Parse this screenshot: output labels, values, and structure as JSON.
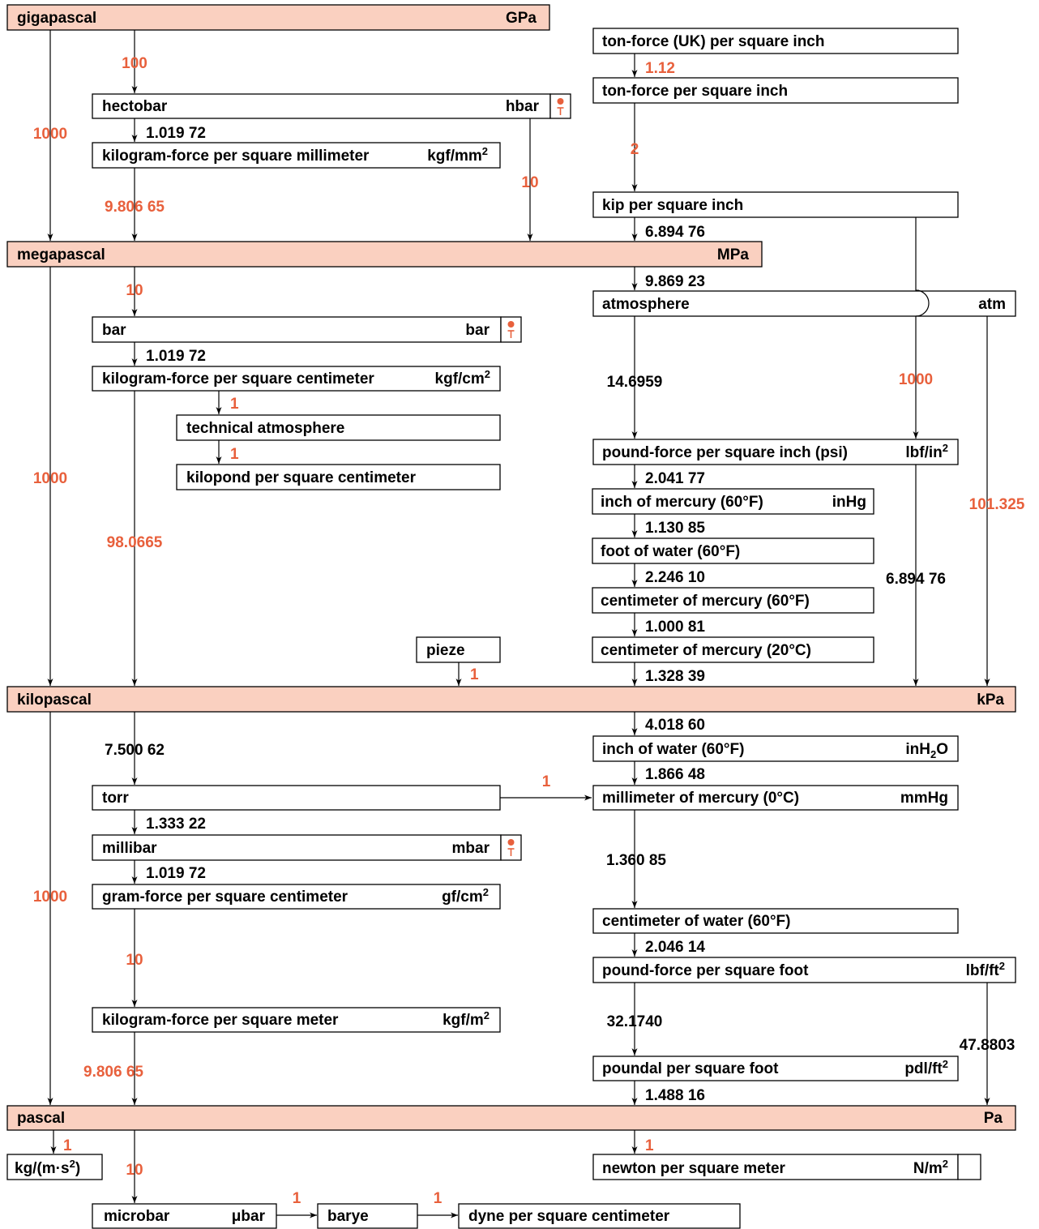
{
  "units": {
    "gigapascal": {
      "name": "gigapascal",
      "symbol": "GPa"
    },
    "megapascal": {
      "name": "megapascal",
      "symbol": "MPa"
    },
    "kilopascal": {
      "name": "kilopascal",
      "symbol": "kPa"
    },
    "pascal": {
      "name": "pascal",
      "symbol": "Pa"
    },
    "hectobar": {
      "name": "hectobar",
      "symbol": "hbar"
    },
    "kgf_mm2": {
      "name": "kilogram-force per square millimeter",
      "symbol": "kgf/mm",
      "sup": "2"
    },
    "ton_uk": {
      "name": "ton-force (UK) per square inch"
    },
    "ton": {
      "name": "ton-force per square inch"
    },
    "ksi": {
      "name": "kip per square inch"
    },
    "atm": {
      "name": "atmosphere",
      "symbol": "atm"
    },
    "bar": {
      "name": "bar",
      "symbol": "bar"
    },
    "kgf_cm2": {
      "name": "kilogram-force per square centimeter",
      "symbol": "kgf/cm",
      "sup": "2"
    },
    "tech_atm": {
      "name": "technical atmosphere"
    },
    "kilopond": {
      "name": "kilopond per square centimeter"
    },
    "psi": {
      "name": "pound-force per square inch (psi)",
      "symbol": "lbf/in",
      "sup": "2"
    },
    "inhg60": {
      "name": "inch of mercury (60°F)",
      "symbol": "inHg"
    },
    "ftwater": {
      "name": "foot of water (60°F)"
    },
    "cmhg60": {
      "name": "centimeter of mercury (60°F)"
    },
    "cmhg20": {
      "name": "centimeter of mercury (20°C)"
    },
    "pieze": {
      "name": "pieze"
    },
    "inwater": {
      "name": "inch of water (60°F)",
      "symbol_pre": "inH",
      "symbol_sub": "2",
      "symbol_post": "O"
    },
    "torr": {
      "name": "torr"
    },
    "mmhg": {
      "name": "millimeter of mercury (0°C)",
      "symbol": "mmHg"
    },
    "millibar": {
      "name": "millibar",
      "symbol": "mbar"
    },
    "gf_cm2": {
      "name": "gram-force per square centimeter",
      "symbol": "gf/cm",
      "sup": "2"
    },
    "cmwater": {
      "name": "centimeter of water (60°F)"
    },
    "psf": {
      "name": "pound-force per square foot",
      "symbol": "lbf/ft",
      "sup": "2"
    },
    "kgf_m2": {
      "name": "kilogram-force per square meter",
      "symbol": "kgf/m",
      "sup": "2"
    },
    "pdl": {
      "name": "poundal per square foot",
      "symbol": "pdl/ft",
      "sup": "2"
    },
    "kgms": {
      "name": "kg/(m·s",
      "sup": "2",
      "post": ")"
    },
    "nm2": {
      "name": "newton per square meter",
      "symbol": "N/m",
      "sup": "2"
    },
    "microbar": {
      "name": "microbar",
      "symbol": "μbar"
    },
    "barye": {
      "name": "barye"
    },
    "dyne": {
      "name": "dyne per square centimeter"
    }
  },
  "factors": {
    "gpa_hbar": "100",
    "gpa_mpa": "1000",
    "hbar_kgfmm2": "1.019 72",
    "hbar_mpa": "10",
    "kgfmm2_mpa": "9.806 65",
    "tonuk_ton": "1.12",
    "ton_ksi": "2",
    "ksi_mpa": "6.894 76",
    "mpa_atm": "9.869 23",
    "mpa_bar": "10",
    "mpa_kpa": "1000",
    "bar_kgfcm2": "1.019 72",
    "kgfcm2_tech": "1",
    "tech_kilopond": "1",
    "kgfcm2_kpa": "98.0665",
    "atm_psi": "14.6959",
    "ksi_psi": "1000",
    "atm_kpa": "101.325",
    "psi_inhg": "2.041 77",
    "inhg_ftwater": "1.130 85",
    "ftwater_cmhg60": "2.246 10",
    "cmhg60_cmhg20": "1.000 81",
    "cmhg20_kpa": "1.328 39",
    "psi_kpa": "6.894 76",
    "pieze_kpa": "1",
    "kpa_inwater": "4.018 60",
    "inwater_mmhg": "1.866 48",
    "kpa_torr": "7.500 62",
    "torr_mmhg": "1",
    "torr_mbar": "1.333 22",
    "mbar_gfcm2": "1.019 72",
    "kpa_pa": "1000",
    "mmhg_cmwater": "1.360 85",
    "cmwater_psf": "2.046 14",
    "gfcm2_kgfm2": "10",
    "psf_pdl": "32.1740",
    "psf_pa": "47.8803",
    "kgfm2_pa": "9.806 65",
    "pdl_pa": "1.488 16",
    "pa_kgms": "1",
    "pa_microbar": "10",
    "pa_nm2": "1",
    "microbar_barye": "1",
    "barye_dyne": "1"
  },
  "colors": {
    "header_fill": "#FAD0C0",
    "factor_orange": "#E8603C",
    "factor_black": "#000000"
  },
  "icons": {
    "temperature_dependent": "thermometer-icon"
  }
}
